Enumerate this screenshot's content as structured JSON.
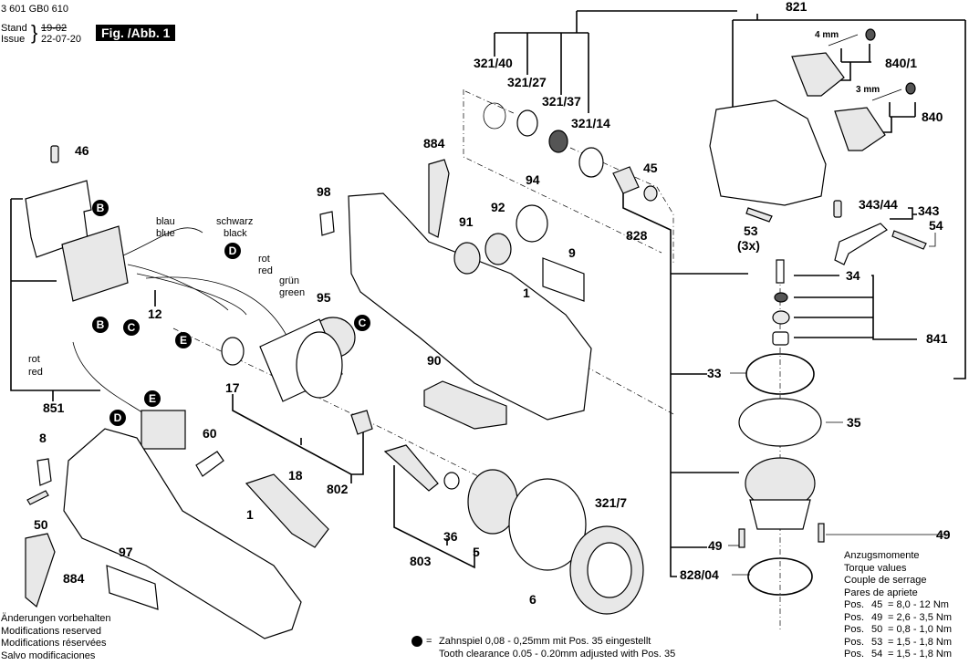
{
  "header": {
    "part_number": "3 601 GB0 610",
    "stand_label": "Stand",
    "issue_label": "Issue",
    "old_date": "19-02",
    "issue_date": "22-07-20",
    "figure_label": "Fig. /Abb. 1"
  },
  "callouts": {
    "c46": "46",
    "c98": "98",
    "c884a": "884",
    "c884b": "884",
    "c321_40": "321/40",
    "c321_27": "321/27",
    "c321_37": "321/37",
    "c321_14": "321/14",
    "c45": "45",
    "c94": "94",
    "c92": "92",
    "c91": "91",
    "c828": "828",
    "c9": "9",
    "c1a": "1",
    "c1b": "1",
    "c95": "95",
    "c12": "12",
    "c17": "17",
    "c90": "90",
    "c851": "851",
    "c8": "8",
    "c60": "60",
    "c50": "50",
    "c97": "97",
    "c18": "18",
    "c802": "802",
    "c803": "803",
    "c36": "36",
    "c5": "5",
    "c6": "6",
    "c321_7": "321/7",
    "c821": "821",
    "c840_1": "840/1",
    "c840": "840",
    "c53": "53",
    "c53_qty": "(3x)",
    "c343_44": "343/44",
    "c343": "343",
    "c54": "54",
    "c34": "34",
    "c841": "841",
    "c33": "33",
    "c35": "35",
    "c49a": "49",
    "c49b": "49",
    "c828_04": "828/04"
  },
  "dimensions": {
    "pin_4mm": "4 mm",
    "pin_3mm": "3 mm"
  },
  "connectors": {
    "B": "B",
    "C": "C",
    "D": "D",
    "E": "E"
  },
  "wire_labels": {
    "blue_de": "blau",
    "blue_en": "blue",
    "black_de": "schwarz",
    "black_en": "black",
    "red_de": "rot",
    "red_en": "red",
    "green_de": "grün",
    "green_en": "green",
    "red2_de": "rot",
    "red2_en": "red"
  },
  "disclaimer": [
    "Änderungen vorbehalten",
    "Modifications reserved",
    "Modifications réservées",
    "Salvo modificaciones"
  ],
  "footnote": {
    "symbol": "●",
    "equals": "=",
    "line_de": "Zahnspiel 0,08 - 0,25mm mit Pos. 35 eingestellt",
    "line_en": "Tooth clearance 0.05 - 0.20mm adjusted with Pos. 35"
  },
  "torque": {
    "titles": [
      "Anzugsmomente",
      "Torque values",
      "Couple de serrage",
      "Pares de apriete"
    ],
    "rows": [
      {
        "pos_label": "Pos.",
        "pos": "45",
        "value": "= 8,0 - 12  Nm"
      },
      {
        "pos_label": "Pos.",
        "pos": "49",
        "value": "= 2,6 - 3,5 Nm"
      },
      {
        "pos_label": "Pos.",
        "pos": "50",
        "value": "= 0,8 - 1,0 Nm"
      },
      {
        "pos_label": "Pos.",
        "pos": "53",
        "value": "= 1,5 - 1,8 Nm"
      },
      {
        "pos_label": "Pos.",
        "pos": "54",
        "value": "= 1,5 - 1,8 Nm"
      }
    ]
  }
}
